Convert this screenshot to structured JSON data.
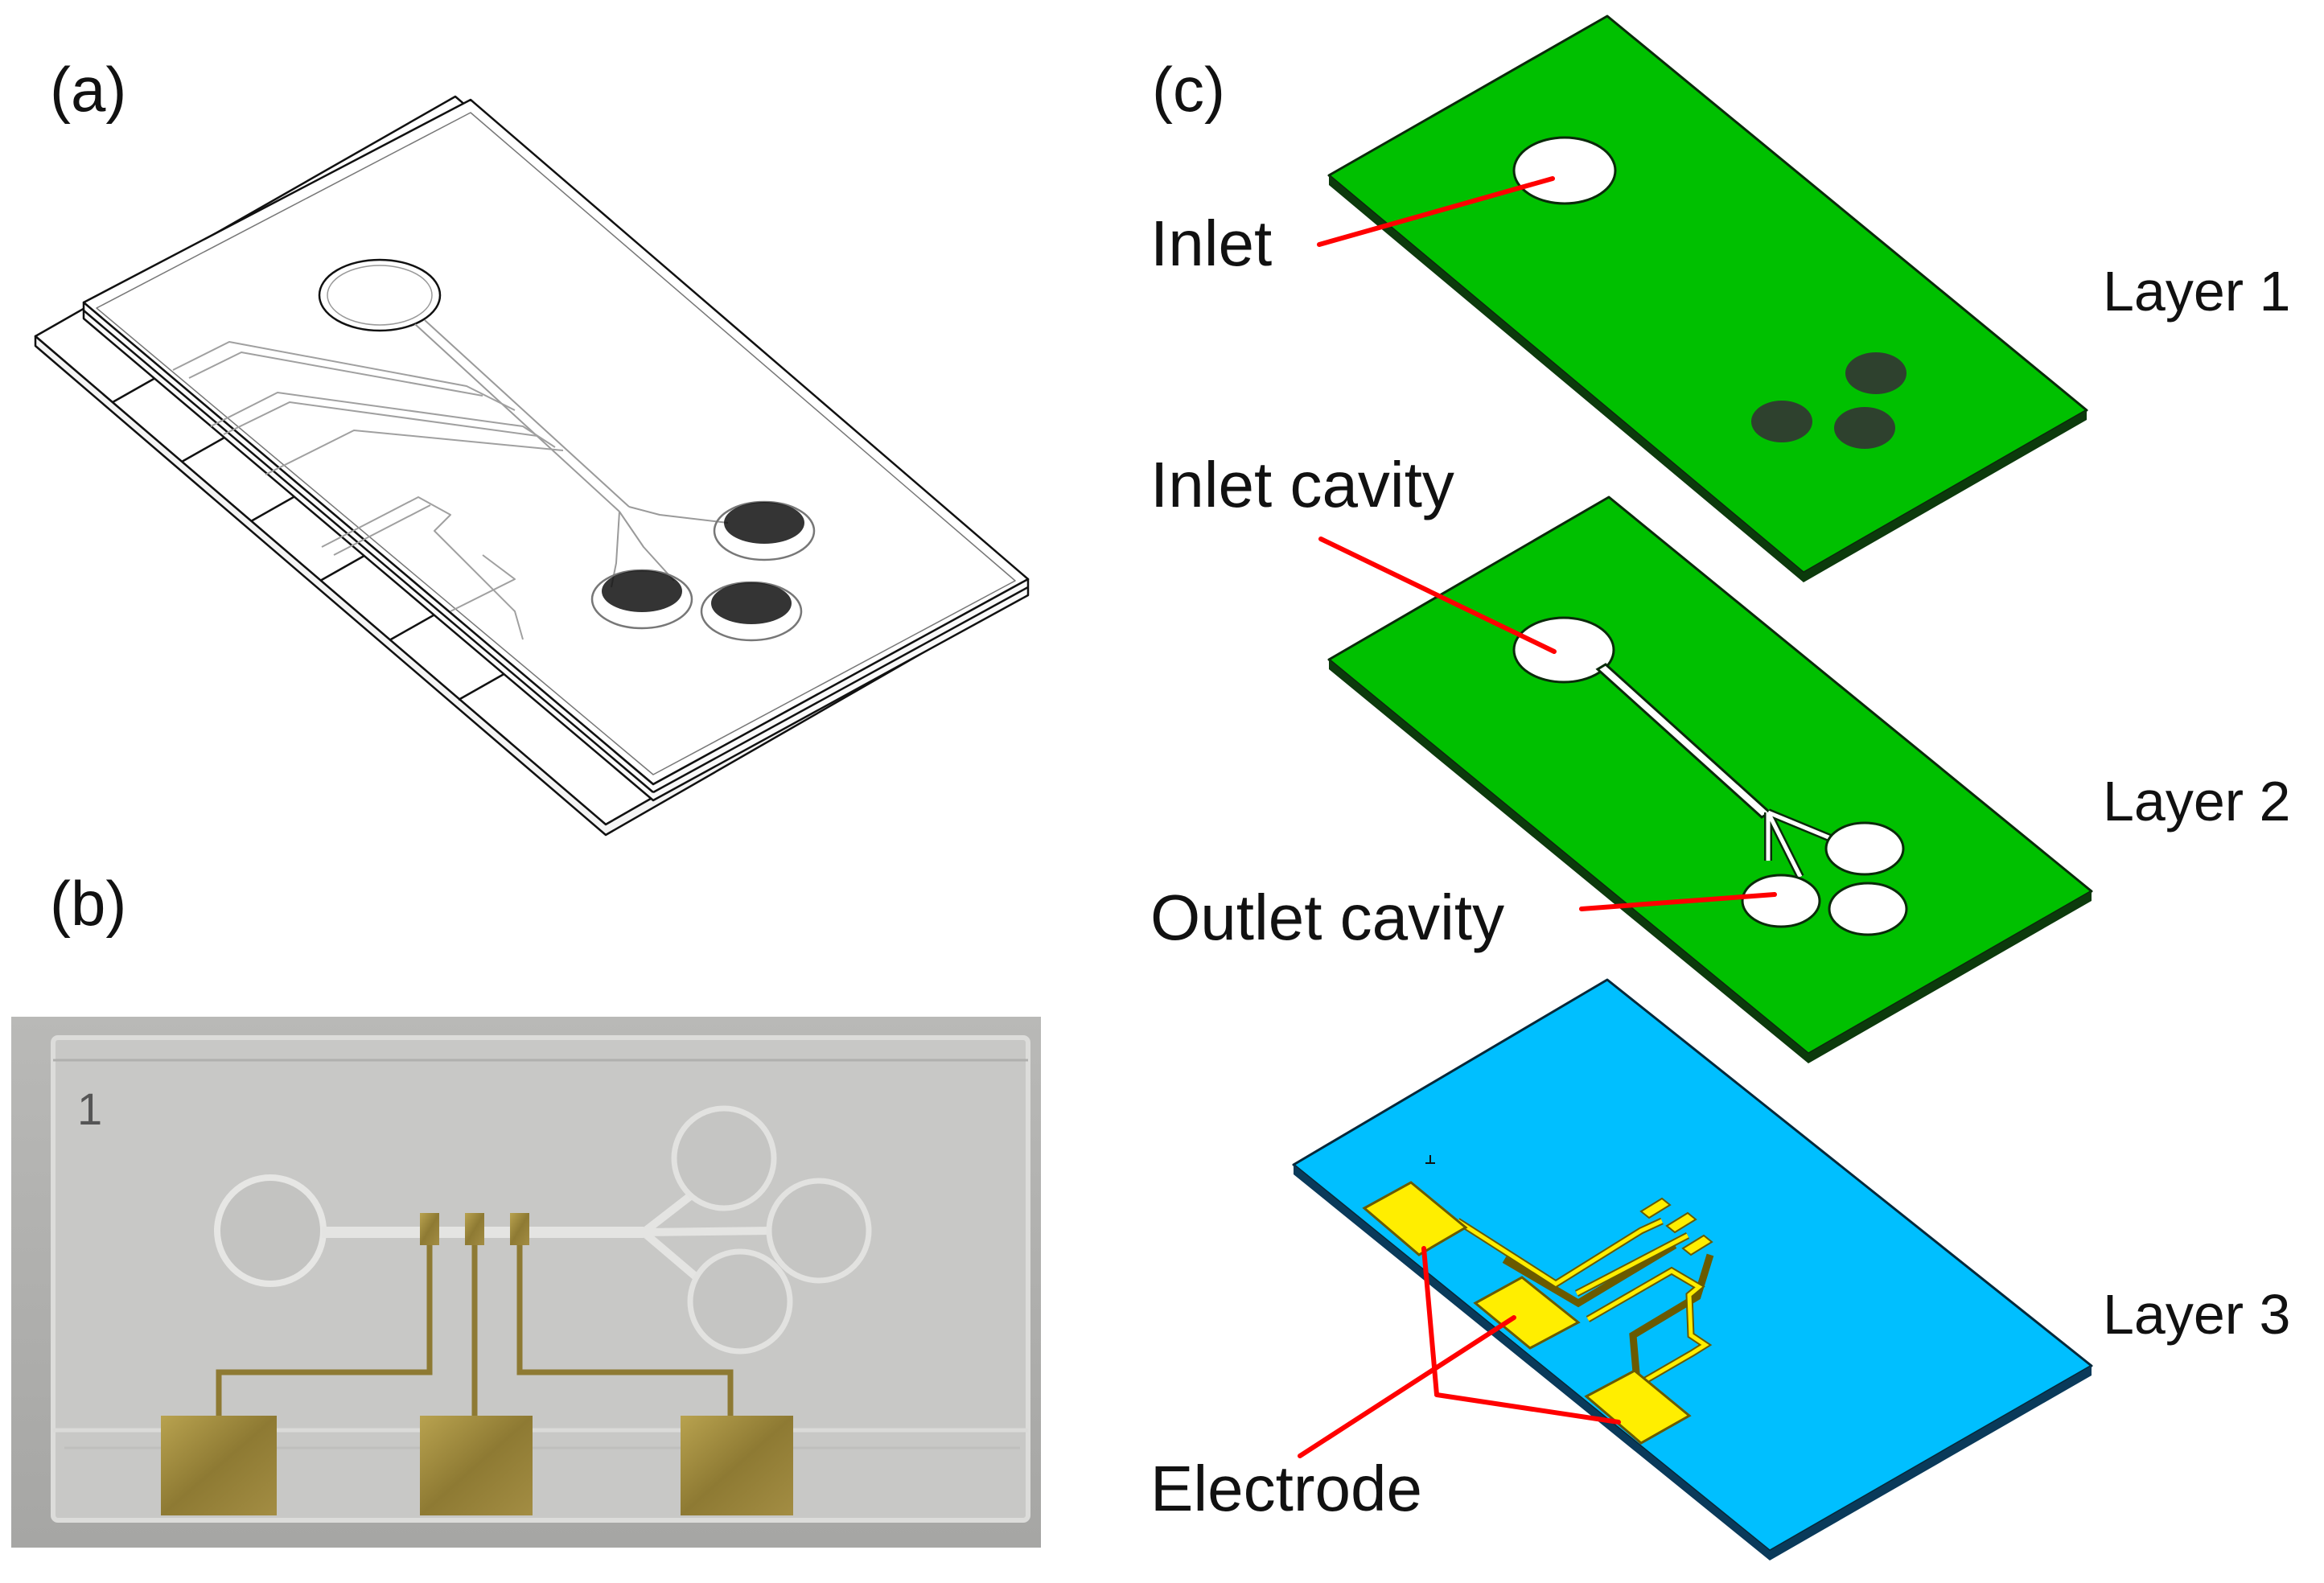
{
  "panels": {
    "a": {
      "label": "(a)"
    },
    "b": {
      "label": "(b)",
      "photo_mark": "1"
    },
    "c": {
      "label": "(c)"
    }
  },
  "callouts": {
    "inlet": "Inlet",
    "inlet_cavity": "Inlet cavity",
    "outlet_cavity": "Outlet cavity",
    "electrode": "Electrode"
  },
  "layers": [
    "Layer 1",
    "Layer 2",
    "Layer 3"
  ],
  "colors": {
    "layer_green": "#00c000",
    "layer_blue": "#00bfff",
    "electrode_yellow": "#ffee00",
    "leader_red": "#ff0000",
    "photo_gold": "#a89040"
  }
}
